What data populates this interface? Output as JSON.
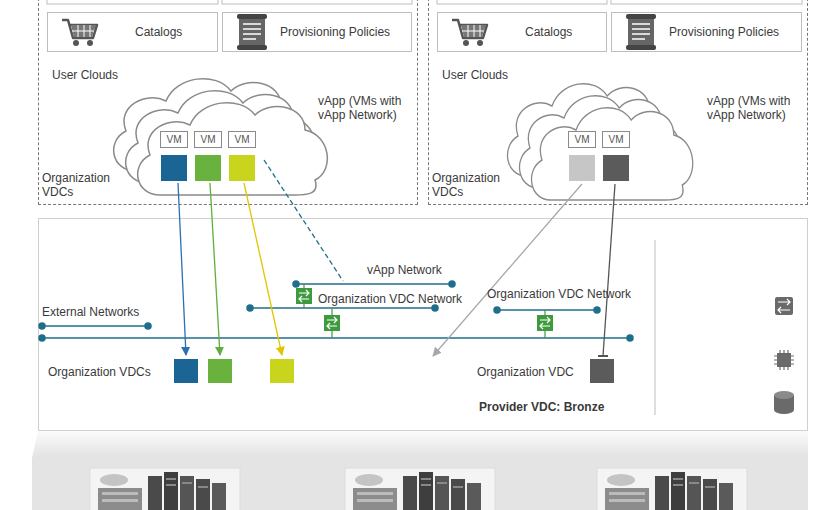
{
  "diagram": {
    "nodes": [
      {
        "text": [
          "User Clouds",
          "Organization VDCs"
        ]
      },
      {
        "text": [
          "Catalogs"
        ],
        "in": 0
      },
      {
        "text": [
          "Provisioning Policies"
        ],
        "in": 0
      },
      {
        "text": [
          "VM"
        ],
        "in": 0
      },
      {
        "text": [
          "VM"
        ],
        "in": 0
      },
      {
        "text": [
          "VM"
        ],
        "in": 0
      },
      {
        "text": [
          "User Clouds",
          "Organization VDCs"
        ]
      },
      {
        "text": [
          "Catalogs"
        ],
        "in": 6
      },
      {
        "text": [
          "Provisioning Policies"
        ],
        "in": 6
      },
      {
        "text": [
          "VM"
        ],
        "in": 6
      },
      {
        "text": [
          "VM"
        ],
        "in": 6
      },
      {
        "text": [
          "Provider VDC: Bronze"
        ]
      }
    ],
    "labels": [
      "vApp (VMs with vApp Network)",
      "vApp (VMs with vApp Network)",
      "vApp Network",
      "Organization VDC Network",
      "Organization VDC Network",
      "External Networks",
      "Organization VDCs",
      "Organization VDC"
    ]
  }
}
